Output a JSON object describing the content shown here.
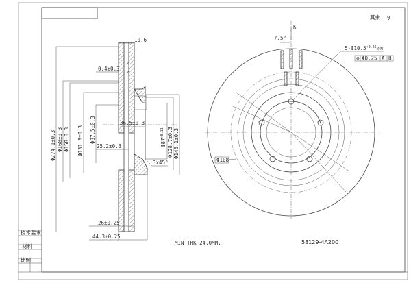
{
  "drawing": {
    "part_number": "58129-4A200",
    "note": "MIN THK 24.0MM.",
    "surface_symbol_text": "其余",
    "section_dimensions": {
      "width_top": "10.6",
      "offset": "0.4±0.3",
      "hat_depth": "36.5±0.3",
      "inner_depth": "25.2±0.3",
      "chamfer": "3x45°",
      "thickness": "26±0.25",
      "overall_height": "44.3±0.25",
      "dia_outer": "Φ274.1±0.3",
      "dia_168": "Φ168±0.3",
      "dia_158": "Φ158±0.3",
      "dia_131": "Φ131.8±0.3",
      "dia_87_5": "Φ87.5±0.3",
      "dia_87_bore": "Φ87",
      "dia_87_tol_upper": "+0.11",
      "dia_87_tol_lower": "0",
      "dia_128": "Φ128.7±0.3",
      "dia_145": "Φ145.1±0.3"
    },
    "face_view": {
      "vent_angle": "7.5°",
      "section_mark": "K",
      "bolt_holes": "5-Φ10.5",
      "bolt_tol_upper": "+0.25",
      "bolt_tol_lower": "0",
      "bolt_holes_suffix": "均布",
      "position_tol": "Φ0.25",
      "modifier": "M",
      "datum_a": "A",
      "datum_b": "B",
      "pcd": "Φ108"
    },
    "title_block": {
      "row1": "技术要求",
      "row2": "材料",
      "row3": "比例"
    }
  }
}
